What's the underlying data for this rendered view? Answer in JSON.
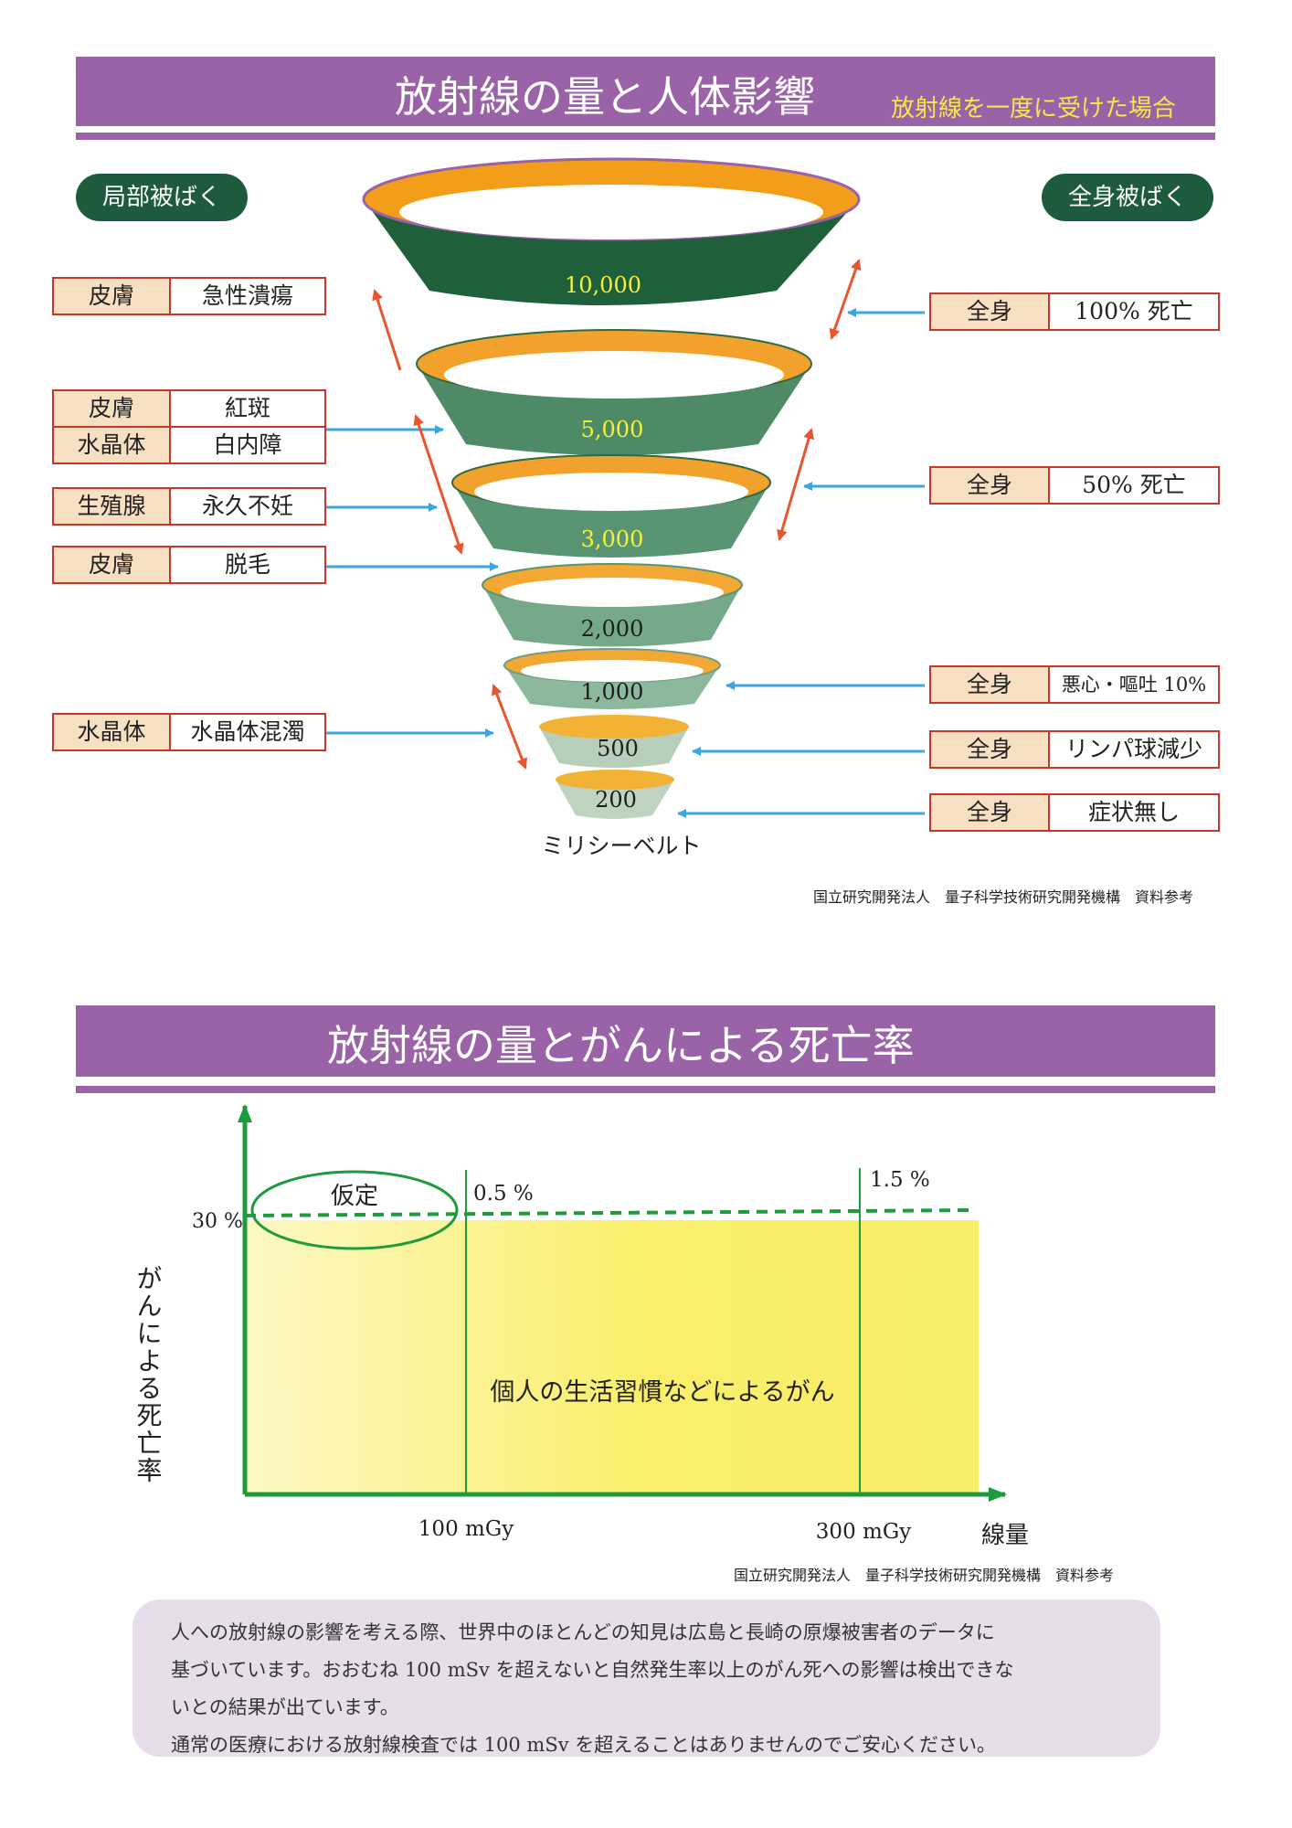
{
  "section1": {
    "title": "放射線の量と人体影響",
    "subtitle": "放射線を一度に受けた場合",
    "left_pill": "局部被ばく",
    "right_pill": "全身被ばく",
    "unit": "ミリシーベルト",
    "doses": [
      "10,000",
      "5,000",
      "3,000",
      "2,000",
      "1,000",
      "500",
      "200"
    ],
    "left_tags": [
      {
        "k": "皮膚",
        "v": "急性潰瘍"
      },
      {
        "k": "皮膚",
        "v": "紅斑"
      },
      {
        "k": "水晶体",
        "v": "白内障"
      },
      {
        "k": "生殖腺",
        "v": "永久不妊"
      },
      {
        "k": "皮膚",
        "v": "脱毛"
      },
      {
        "k": "水晶体",
        "v": "水晶体混濁"
      }
    ],
    "right_tags": [
      {
        "k": "全身",
        "v": "100% 死亡"
      },
      {
        "k": "全身",
        "v": "50% 死亡"
      },
      {
        "k": "全身",
        "v": "悪心・嘔吐 10%"
      },
      {
        "k": "全身",
        "v": "リンパ球減少"
      },
      {
        "k": "全身",
        "v": "症状無し"
      }
    ],
    "source": "国立研究開発法人　量子科学技術研究開発機構　資料参考",
    "colors": {
      "rim": "#f2a01e",
      "ring_dark": "#1f5f3a",
      "ring_light": "#a9c9b4",
      "label_yellow": "#f4f23a",
      "arrow_blue": "#3aa6e0",
      "arrow_red": "#e8552e"
    }
  },
  "section2": {
    "title": "放射線の量とがんによる死亡率",
    "source": "国立研究開発法人　量子科学技術研究開発機構　資料参考",
    "chart_data": {
      "type": "area",
      "x_tick_labels": [
        "100 mGy",
        "300 mGy"
      ],
      "xlabel": "線量",
      "ylabel": "がんによる死亡率",
      "y_tick_labels": [
        "30 %"
      ],
      "annotations": [
        "仮定",
        "0.5 %",
        "1.5 %",
        "個人の生活習慣などによるがん"
      ],
      "baseline_percent": 30
    }
  },
  "note": {
    "lines": [
      "人への放射線の影響を考える際、世界中のほとんどの知見は広島と長崎の原爆被害者のデータに",
      "基づいています。おおむね 100 mSv を超えないと自然発生率以上のがん死への影響は検出できな",
      "いとの結果が出ています。",
      "通常の医療における放射線検査では 100 mSv を超えることはありませんのでご安心ください。"
    ]
  }
}
